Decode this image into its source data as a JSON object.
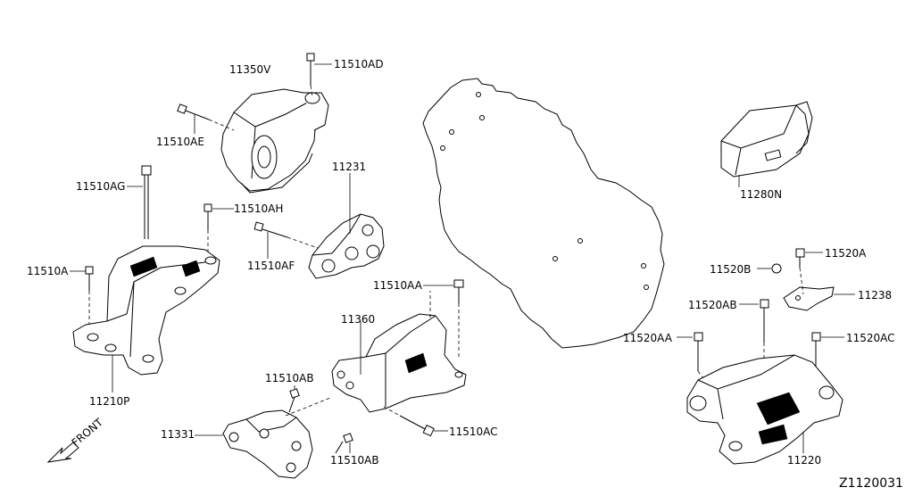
{
  "diagram_id": "Z1120031",
  "front_label": "FRONT",
  "parts": {
    "p11350V": "11350V",
    "p11510AD": "11510AD",
    "p11510AE": "11510AE",
    "p11510AG": "11510AG",
    "p11510AH": "11510AH",
    "p11510A": "11510A",
    "p11210P": "11210P",
    "p11231": "11231",
    "p11510AF": "11510AF",
    "p11510AA": "11510AA",
    "p11360": "11360",
    "p11510AB_top": "11510AB",
    "p11331": "11331",
    "p11510AB_bottom": "11510AB",
    "p11510AC": "11510AC",
    "p11280N": "11280N",
    "p11520A": "11520A",
    "p11520B": "11520B",
    "p11238": "11238",
    "p11520AB": "11520AB",
    "p11520AA": "11520AA",
    "p11520AC": "11520AC",
    "p11220": "11220"
  }
}
